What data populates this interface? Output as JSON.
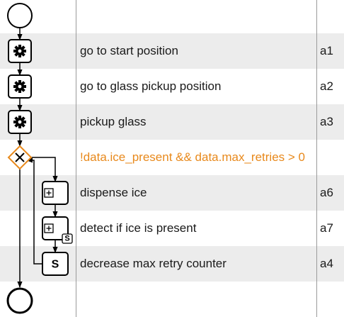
{
  "rows": [
    {
      "label": "",
      "id": "",
      "shaded": false,
      "type": "start"
    },
    {
      "label": "go to start position",
      "id": "a1",
      "shaded": true,
      "type": "task-gear"
    },
    {
      "label": "go to glass pickup position",
      "id": "a2",
      "shaded": false,
      "type": "task-gear"
    },
    {
      "label": "pickup glass",
      "id": "a3",
      "shaded": true,
      "type": "task-gear"
    },
    {
      "label": "!data.ice_present && data.max_retries > 0",
      "id": "",
      "shaded": false,
      "type": "gateway"
    },
    {
      "label": "dispense ice",
      "id": "a6",
      "shaded": true,
      "type": "subprocess"
    },
    {
      "label": "detect if ice is present",
      "id": "a7",
      "shaded": false,
      "type": "subprocess-script"
    },
    {
      "label": "decrease max retry counter",
      "id": "a4",
      "shaded": true,
      "type": "script"
    },
    {
      "label": "",
      "id": "",
      "shaded": false,
      "type": "end"
    }
  ],
  "icons": {
    "task": "gear-icon",
    "gateway": "x-gateway-icon",
    "subprocess": "plus-box-icon",
    "script": "s-script-icon"
  },
  "script_badge": "S",
  "colors": {
    "shaded_row": "#ececec",
    "condition_text": "#e8891c",
    "gateway_border": "#e8891c",
    "divider": "#9a9a9a",
    "ink": "#000000"
  }
}
